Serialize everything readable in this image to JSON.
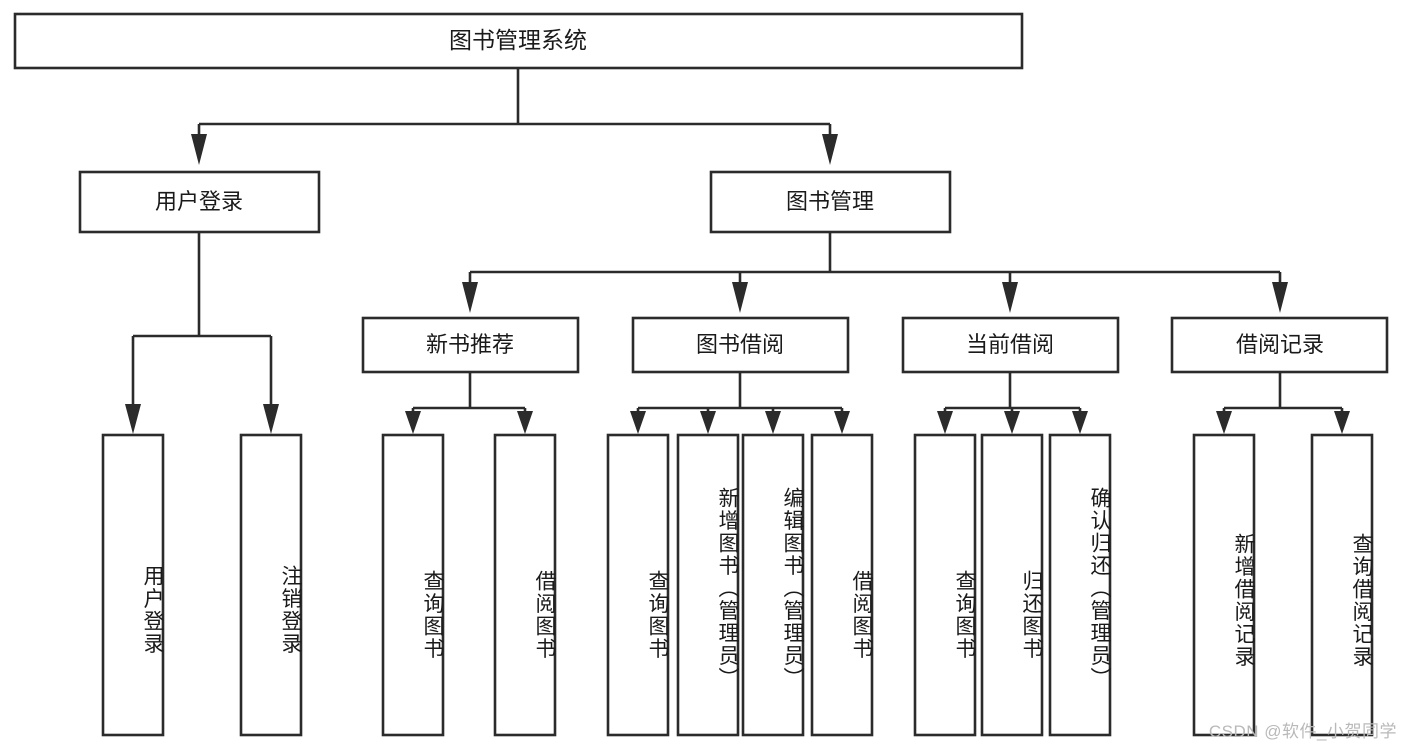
{
  "diagram": {
    "type": "tree-hierarchy",
    "title": "图书管理系统",
    "watermark": "CSDN @软件_小贺同学",
    "colors": {
      "box_stroke": "#2b2b2b",
      "box_fill": "#ffffff",
      "text": "#1a1a1a",
      "background": "#ffffff",
      "watermark": "#b9b9b9"
    },
    "root": {
      "label": "图书管理系统"
    },
    "level1": [
      {
        "id": "user-login",
        "label": "用户登录"
      },
      {
        "id": "book-manage",
        "label": "图书管理"
      }
    ],
    "level2": [
      {
        "id": "new-book-recommend",
        "label": "新书推荐",
        "parent": "book-manage"
      },
      {
        "id": "book-borrow",
        "label": "图书借阅",
        "parent": "book-manage"
      },
      {
        "id": "current-borrow",
        "label": "当前借阅",
        "parent": "book-manage"
      },
      {
        "id": "borrow-record",
        "label": "借阅记录",
        "parent": "book-manage"
      }
    ],
    "leaves": {
      "user-login": [
        {
          "id": "leaf-user-login",
          "label": "用户登录"
        },
        {
          "id": "leaf-logout",
          "label": "注销登录"
        }
      ],
      "new-book-recommend": [
        {
          "id": "leaf-query-book-1",
          "label": "查询图书"
        },
        {
          "id": "leaf-borrow-book-1",
          "label": "借阅图书"
        }
      ],
      "book-borrow": [
        {
          "id": "leaf-query-book-2",
          "label": "查询图书"
        },
        {
          "id": "leaf-add-book",
          "label": "新增图书（管理员）"
        },
        {
          "id": "leaf-edit-book",
          "label": "编辑图书（管理员）"
        },
        {
          "id": "leaf-borrow-book-2",
          "label": "借阅图书"
        }
      ],
      "current-borrow": [
        {
          "id": "leaf-query-book-3",
          "label": "查询图书"
        },
        {
          "id": "leaf-return-book",
          "label": "归还图书"
        },
        {
          "id": "leaf-confirm-return",
          "label": "确认归还（管理员）"
        }
      ],
      "borrow-record": [
        {
          "id": "leaf-add-record",
          "label": "新增借阅记录"
        },
        {
          "id": "leaf-query-record",
          "label": "查询借阅记录"
        }
      ]
    }
  }
}
